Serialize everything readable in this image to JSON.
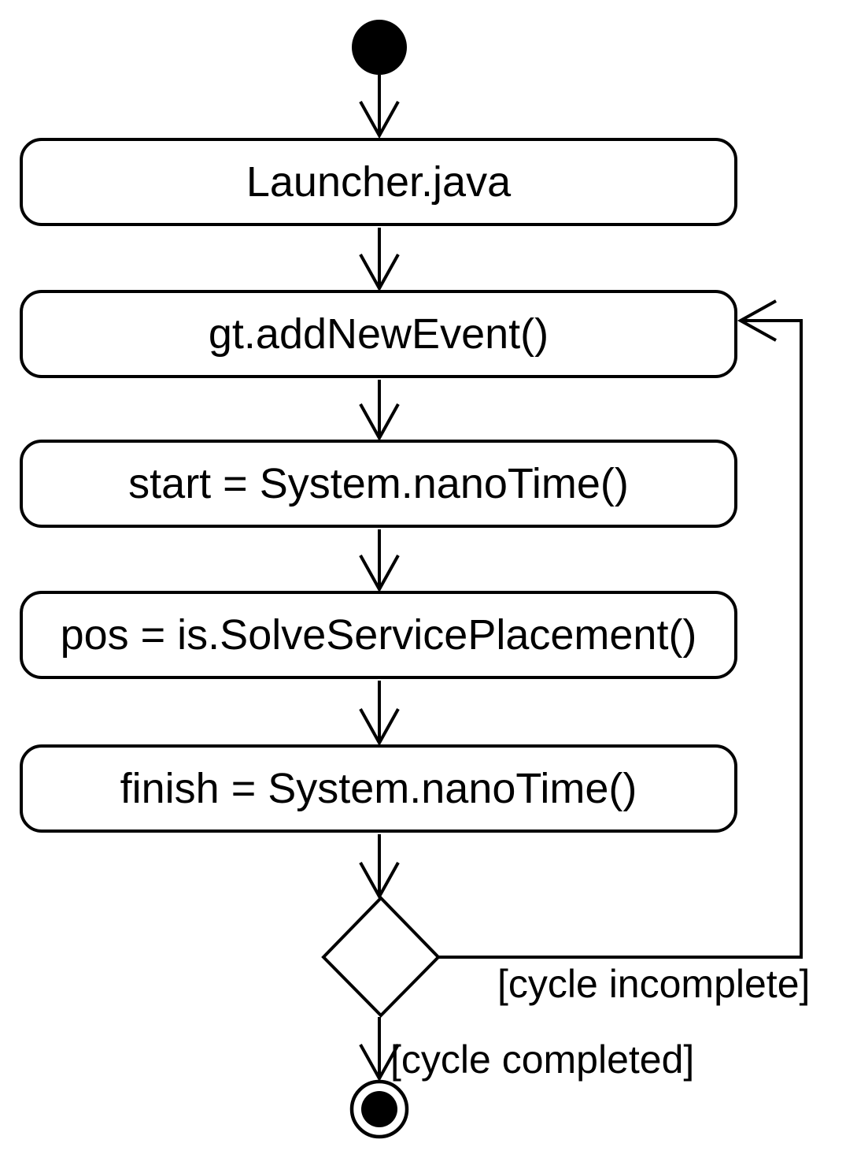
{
  "diagram": {
    "type": "uml-activity-diagram",
    "background_color": "#ffffff",
    "stroke_color": "#000000",
    "nodes": [
      {
        "id": "initial",
        "kind": "initial-node",
        "label": ""
      },
      {
        "id": "launcher",
        "kind": "action",
        "label": "Launcher.java"
      },
      {
        "id": "addNewEvent",
        "kind": "action",
        "label": "gt.addNewEvent()"
      },
      {
        "id": "startTime",
        "kind": "action",
        "label": "start = System.nanoTime()"
      },
      {
        "id": "solvePlacement",
        "kind": "action",
        "label": "pos = is.SolveServicePlacement()"
      },
      {
        "id": "finishTime",
        "kind": "action",
        "label": "finish = System.nanoTime()"
      },
      {
        "id": "decision",
        "kind": "decision",
        "label": ""
      },
      {
        "id": "final",
        "kind": "activity-final-node",
        "label": ""
      }
    ],
    "edges": [
      {
        "from": "initial",
        "to": "launcher",
        "guard": ""
      },
      {
        "from": "launcher",
        "to": "addNewEvent",
        "guard": ""
      },
      {
        "from": "addNewEvent",
        "to": "startTime",
        "guard": ""
      },
      {
        "from": "startTime",
        "to": "solvePlacement",
        "guard": ""
      },
      {
        "from": "solvePlacement",
        "to": "finishTime",
        "guard": ""
      },
      {
        "from": "finishTime",
        "to": "decision",
        "guard": ""
      },
      {
        "from": "decision",
        "to": "addNewEvent",
        "guard": "[cycle incomplete]"
      },
      {
        "from": "decision",
        "to": "final",
        "guard": "[cycle completed]"
      }
    ]
  }
}
